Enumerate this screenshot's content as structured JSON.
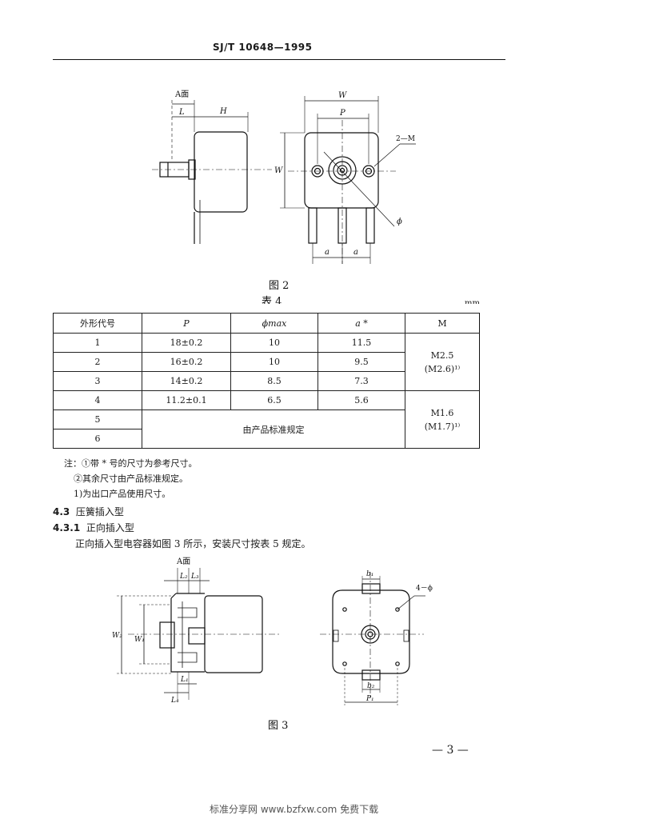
{
  "header": {
    "standard_no": "SJ/T 10648—1995"
  },
  "fig2": {
    "caption": "图 2",
    "labels": {
      "a_face": "A面",
      "L": "L",
      "H": "H",
      "W_top": "W",
      "P": "P",
      "W_side": "W",
      "hole": "2—M",
      "phi": "ϕ",
      "a1": "a",
      "a2": "a"
    }
  },
  "table4": {
    "title": "表 4",
    "unit": "mm",
    "headers": [
      "外形代号",
      "P",
      "ϕmax",
      "a *",
      "M"
    ],
    "rows": [
      [
        "1",
        "18±0.2",
        "10",
        "11.5"
      ],
      [
        "2",
        "16±0.2",
        "10",
        "9.5"
      ],
      [
        "3",
        "14±0.2",
        "8.5",
        "7.3"
      ],
      [
        "4",
        "11.2±0.1",
        "6.5",
        "5.6"
      ],
      [
        "5"
      ],
      [
        "6"
      ]
    ],
    "m_group1": {
      "line1": "M2.5",
      "line2": "(M2.6)¹⁾"
    },
    "m_group2": {
      "line1": "M1.6",
      "line2": "(M1.7)¹⁾"
    },
    "merged_note": "由产品标准规定"
  },
  "notes": [
    "注：①带 * 号的尺寸为参考尺寸。",
    "②其余尺寸由产品标准规定。",
    "1)为出口产品使用尺寸。"
  ],
  "section_4_3": {
    "num": "4.3",
    "title": "压簧插入型"
  },
  "section_4_3_1": {
    "num": "4.3.1",
    "title": "正向插入型"
  },
  "paragraph": "正向插入型电容器如图 3 所示，安装尺寸按表 5 规定。",
  "fig3": {
    "caption": "图 3",
    "labels": {
      "a_face": "A面",
      "L2": "L₂",
      "L3": "L₃",
      "W2": "W₂",
      "W1": "W₁",
      "L1": "L₁",
      "L4": "L₄",
      "b1": "b₁",
      "hole": "4－ϕ",
      "b2": "b₂",
      "P1": "P₁"
    }
  },
  "page_number": "— 3 —",
  "footer": "标准分享网 www.bzfxw.com 免费下载"
}
